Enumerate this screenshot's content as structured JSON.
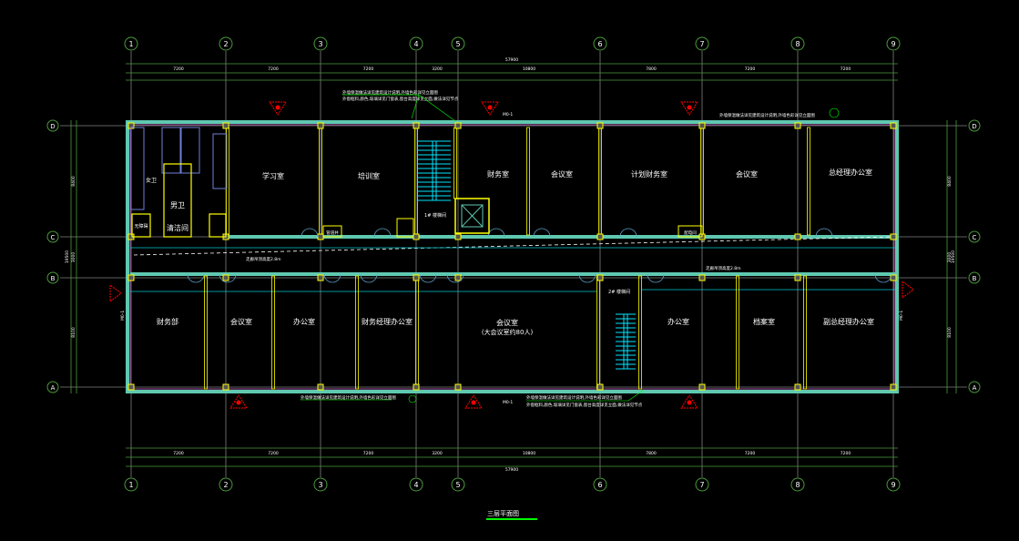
{
  "drawing_title": "三层平面图",
  "colors": {
    "background": "#000000",
    "grid": "#808080",
    "axis_bubble": "#4a9a3a",
    "dimension": "#4a9a3a",
    "wall": "#5fc8b0",
    "partition": "#ffff00",
    "stair": "#00e5ff",
    "fixture": "#6f7fd8",
    "symbol": "#ff0000",
    "leader": "#00ff00",
    "door": "#5aa0c8"
  },
  "axes": {
    "vertical": [
      "1",
      "2",
      "3",
      "4",
      "5",
      "6",
      "7",
      "8",
      "9"
    ],
    "horizontal": [
      "D",
      "C",
      "B",
      "A"
    ]
  },
  "dimensions": {
    "top_total": "57900",
    "top_bays": [
      "7200",
      "7200",
      "7200",
      "3200",
      "10800",
      "7800",
      "7200",
      "7200"
    ],
    "side_bays": [
      "8400",
      "3000",
      "8100"
    ],
    "side_total": "19500"
  },
  "rooms": {
    "top": [
      "学习室",
      "培训室",
      "财务室",
      "会议室",
      "计划财务室",
      "会议室",
      "总经理办公室"
    ],
    "bottom": [
      "财务部",
      "会议室",
      "办公室",
      "财务经理办公室",
      "会议室",
      "(大会议室约80人)",
      "办公室",
      "档案室",
      "副总经理办公室"
    ],
    "toilet": [
      "男卫",
      "女卫",
      "清洁间",
      "无障碍"
    ],
    "stair_top": "1# 楼梯间",
    "stair_bottom": "2# 楼梯间",
    "shaft": "管道井",
    "electric": "配电间"
  },
  "annotations": {
    "wall_note_1": "外墙保温做法详见建筑设计说明,外墙色彩详见立面图",
    "wall_note_2": "外窗框料,颜色,玻璃详见门窗表,窗台高度详见立面,做法详见节点",
    "corridor_note": "走廊吊顶高度2.8m",
    "mark_top": "M0-1",
    "mark_bottom": "M0-1",
    "mark_side": "M0-1"
  }
}
